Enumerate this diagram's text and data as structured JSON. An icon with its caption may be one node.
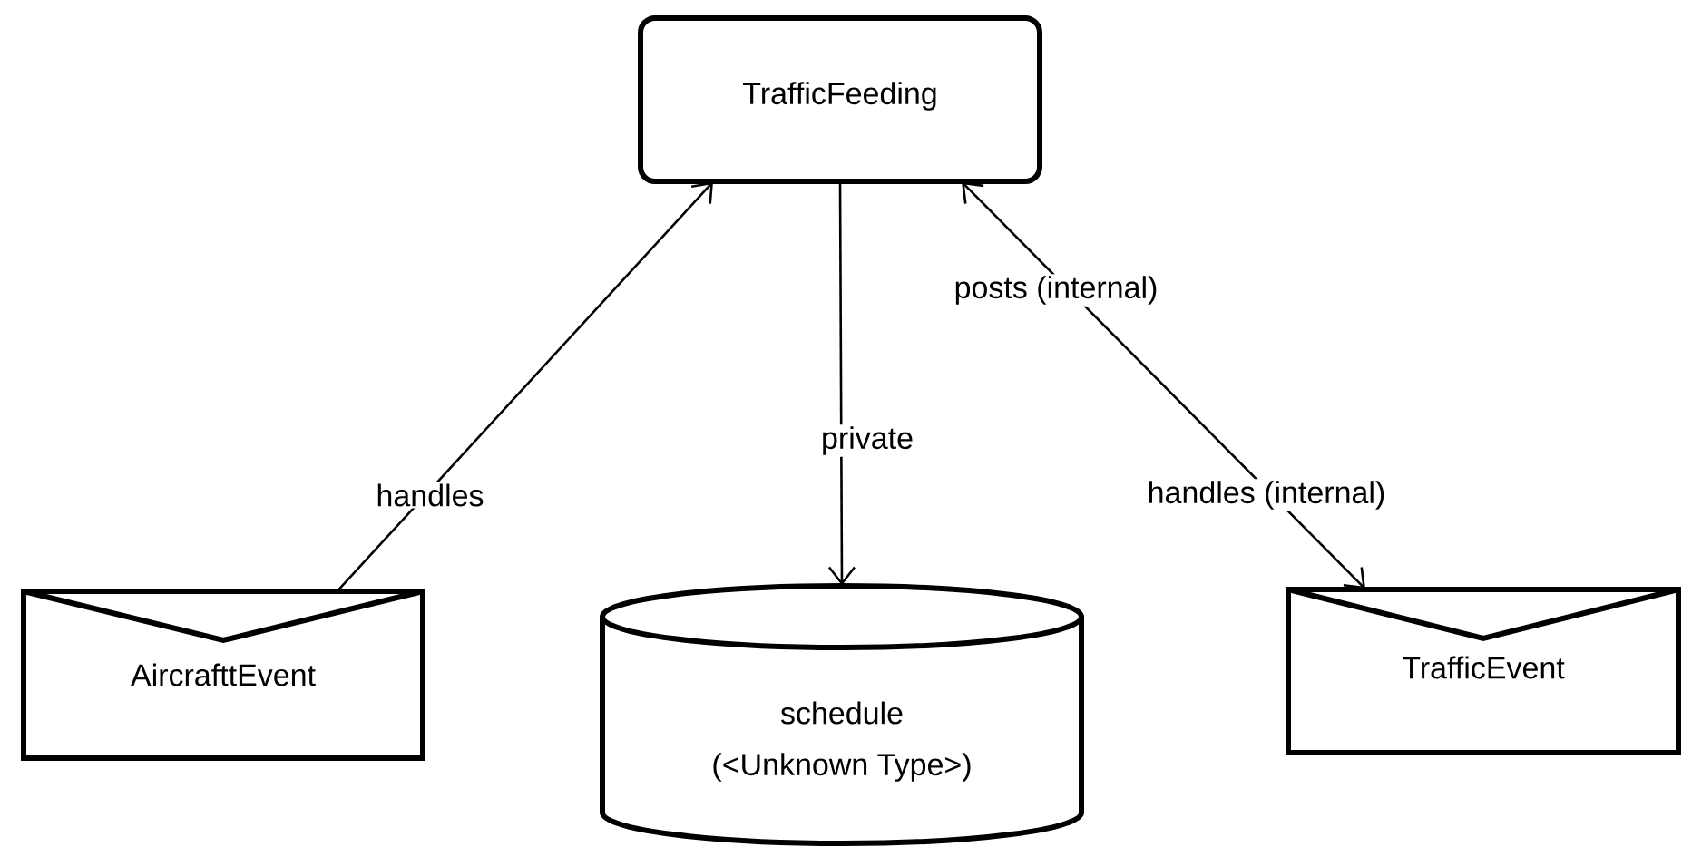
{
  "diagram": {
    "nodes": [
      {
        "text": [
          "TrafficFeeding"
        ]
      },
      {
        "text": [
          "AircrafttEvent"
        ]
      },
      {
        "text": [
          "schedule",
          "(<Unknown Type>)"
        ]
      },
      {
        "text": [
          "TrafficEvent"
        ]
      }
    ],
    "edges": [
      {
        "from": 1,
        "to": 0,
        "arrow": "to",
        "label": "handles"
      },
      {
        "from": 0,
        "to": 2,
        "arrow": "to",
        "label": "private"
      },
      {
        "from": 0,
        "to": 3,
        "arrow": "both",
        "label": "posts (internal)"
      }
    ],
    "labels": [
      "handles (internal)"
    ]
  }
}
